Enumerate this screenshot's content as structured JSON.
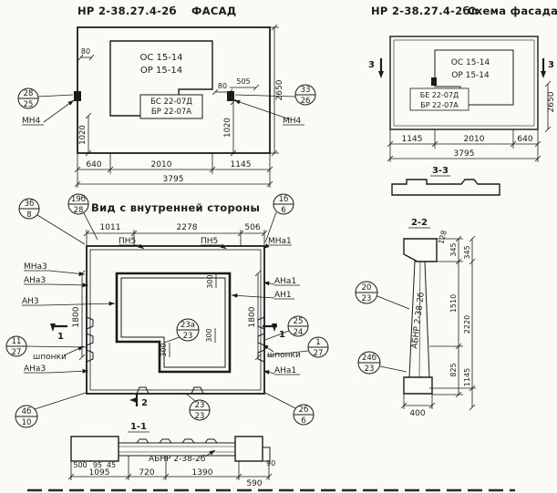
{
  "facade": {
    "code": "НР 2-38.27.4-2б",
    "view": "ФАСАД",
    "win1": "ОС 15-14",
    "win2": "ОР 15-14",
    "box1": "БС 22-07Д",
    "box2": "БР 22-07А",
    "co_left_top": "28",
    "co_left_bot": "25",
    "mn_left": "МН4",
    "co_right_top": "33",
    "co_right_bot": "26",
    "mn_right": "МН4",
    "d80l": "80",
    "d80r": "80",
    "d505": "505",
    "d1020l": "1020",
    "d1020r": "1020",
    "d2650": "2650",
    "d640": "640",
    "d2010": "2010",
    "d1145": "1145",
    "d3795": "3795"
  },
  "scheme": {
    "code": "НР 2-38.27.4-2бл",
    "view": "Схема фасада",
    "win1": "ОС 15-14",
    "win2": "ОР 15-14",
    "box1": "БЕ 22-07Д",
    "box2": "БР 22-07А",
    "s3l": "3",
    "s3r": "3",
    "d2650": "2650",
    "d1145": "1145",
    "d2010": "2010",
    "d640": "640",
    "d3795": "3795",
    "s33": "3-3"
  },
  "inner": {
    "title": "Вид с внутренней стороны",
    "c3b8_top": "3б",
    "c3b8_bot": "8",
    "c19b28_top": "19б",
    "c19b28_bot": "28",
    "c1b6_top": "1б",
    "c1b6_bot": "6",
    "c11_top": "11",
    "c11_bot": "27",
    "c25_top": "25",
    "c25_bot": "24",
    "c1_top": "1",
    "c1_bot": "27",
    "c23a_top": "23а",
    "c23a_bot": "23",
    "c4b_top": "4б",
    "c4b_bot": "10",
    "c23_top": "23",
    "c23_bot": "23",
    "c2b_top": "2б",
    "c2b_bot": "6",
    "d1011": "1011",
    "d2278": "2278",
    "d506": "506",
    "pn5l": "ПН5",
    "pn5r": "ПН5",
    "mna1": "МНа1",
    "mna3": "МНа3",
    "ana3a": "АНа3",
    "an3": "АН3",
    "shponki_l": "шпонки",
    "ana3b": "АНа3",
    "ana1a": "АНа1",
    "an1": "АН1",
    "shponki_r": "шпонки",
    "ana1b": "АНа1",
    "d1800l": "1800",
    "d1800r": "1800",
    "d300a": "300",
    "d300b": "300",
    "d300c": "300",
    "s1": "1",
    "s2": "2"
  },
  "sec11": {
    "label": "1-1",
    "part": "АБНР 2-38-2б",
    "d500": "500",
    "d95": "95",
    "d45": "45",
    "d90": "90",
    "d1095": "1095",
    "d720": "720",
    "d1390": "1390",
    "d590": "590"
  },
  "sec22": {
    "label": "2-2",
    "part": "АБНР 2-38-2б",
    "co1_top": "20",
    "co1_bot": "23",
    "co2_top": "24б",
    "co2_bot": "23",
    "d128": "128",
    "d345a": "345",
    "d345b": "345",
    "d1510": "1510",
    "d2220": "2220",
    "d825": "825",
    "d1145": "1145",
    "d400": "400"
  }
}
